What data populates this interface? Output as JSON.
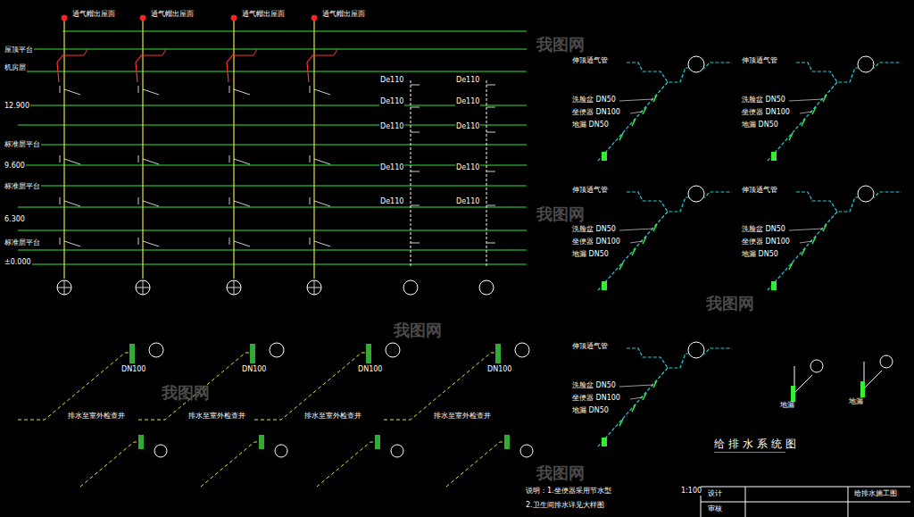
{
  "diagram": {
    "title": "给排水系统图",
    "labels": [
      "屋顶平台",
      "机房层",
      "12.900",
      "标准层平台",
      "9.600",
      "标准层平台",
      "6.300",
      "标准层平台",
      "±0.000",
      "通气帽出屋面",
      "通气帽出屋面",
      "通气帽出屋面",
      "通气帽出屋面",
      "De110",
      "De110",
      "De110",
      "De110",
      "De110",
      "De110",
      "De110",
      "De110",
      "De110",
      "De110",
      "伸顶通气管",
      "洗脸盆 DN50",
      "坐便器 DN100",
      "地漏 DN50",
      "伸顶通气管",
      "洗脸盆 DN50",
      "坐便器 DN100",
      "地漏 DN50",
      "伸顶通气管",
      "洗脸盆 DN50",
      "坐便器 DN100",
      "地漏 DN50",
      "伸顶通气管",
      "洗脸盆 DN50",
      "坐便器 DN100",
      "地漏 DN50",
      "伸顶通气管",
      "洗脸盆 DN50",
      "坐便器 DN100",
      "地漏 DN50",
      "地漏",
      "地漏",
      "排水至室外检查井",
      "DN100",
      "排水至室外检查井",
      "DN100",
      "排水至室外检查井",
      "DN100",
      "排水至室外检查井",
      "DN100",
      "1:100",
      "说明：1.坐便器采用节水型",
      "2.卫生间排水详见大样图",
      "设计",
      "审核",
      "给排水施工图",
      "我图网",
      "我图网",
      "我图网",
      "我图网",
      "我图网",
      "我图网"
    ]
  }
}
